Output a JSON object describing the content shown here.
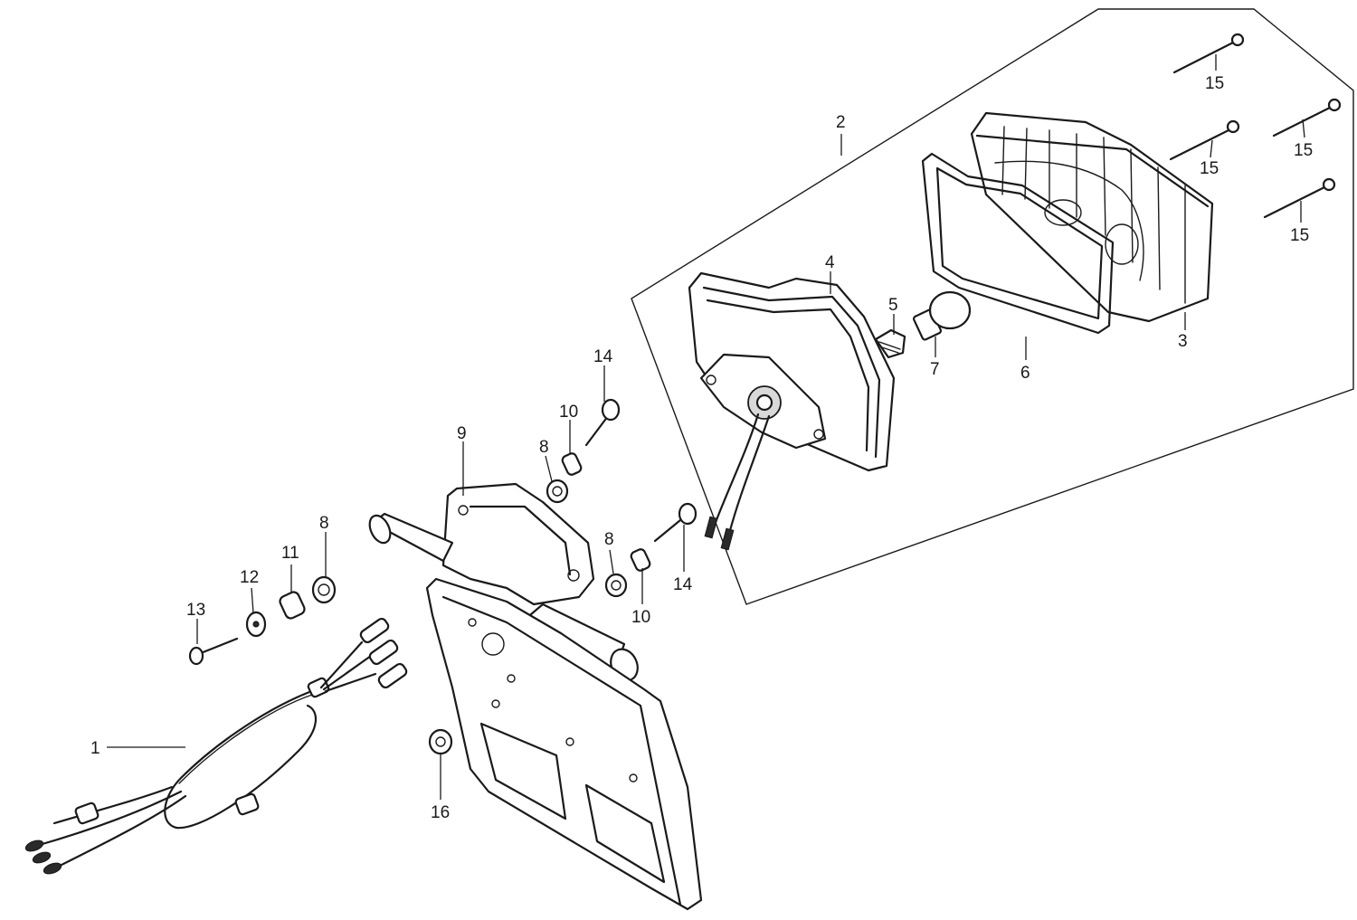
{
  "callouts": {
    "c1": "1",
    "c2": "2",
    "c3": "3",
    "c4": "4",
    "c5": "5",
    "c6": "6",
    "c7": "7",
    "c8a": "8",
    "c8b": "8",
    "c8c": "8",
    "c9": "9",
    "c10a": "10",
    "c10b": "10",
    "c11": "11",
    "c12": "12",
    "c13": "13",
    "c14a": "14",
    "c14b": "14",
    "c15a": "15",
    "c15b": "15",
    "c15c": "15",
    "c15d": "15",
    "c16": "16"
  }
}
